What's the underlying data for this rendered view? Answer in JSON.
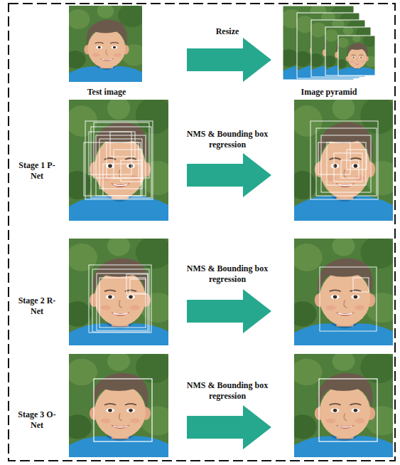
{
  "diagram": {
    "labels": [
      "Resize",
      "Test image",
      "Image pyramid",
      "Stage 1 P-Net",
      "NMS & Bounding box regression",
      "Stage 2 R-Net",
      "NMS & Bounding box regression",
      "Stage 3 O-Net",
      "NMS & Bounding box regression"
    ]
  }
}
